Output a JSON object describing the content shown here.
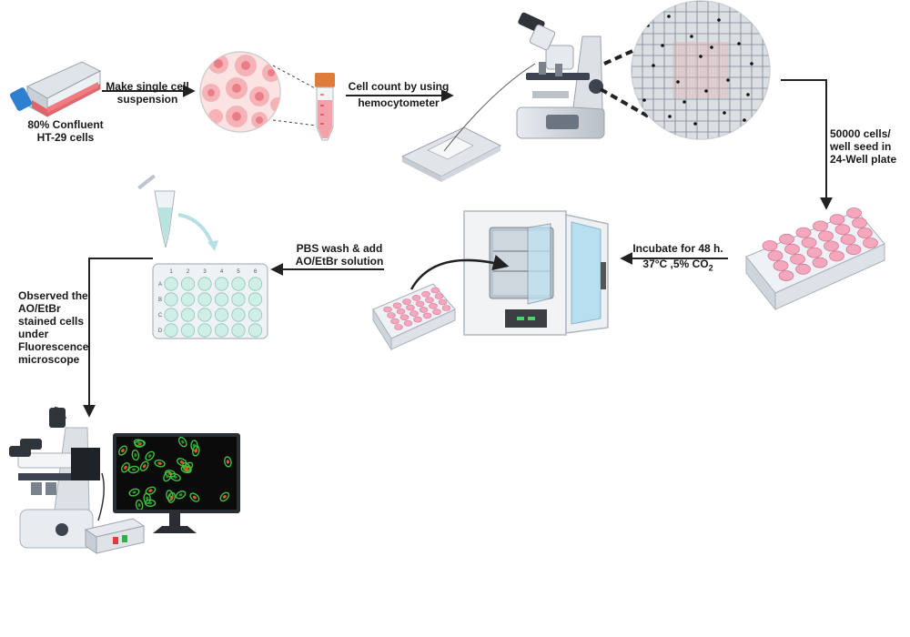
{
  "steps": {
    "s1_line1": "80% Confluent",
    "s1_line2": "HT-29 cells",
    "s2_line1": "Make single cell",
    "s2_line2": "suspension",
    "s3_line1": "Cell count by using",
    "s3_line2": "hemocytometer",
    "s4_line1": "50000 cells/",
    "s4_line2": "well seed in",
    "s4_line3": "24-Well plate",
    "s5_line1": "Incubate for 48 h.",
    "s5_line2_main": "37°C ,5% CO",
    "s5_line2_sub": "2",
    "s6_line1": "PBS wash & add",
    "s6_line2": "AO/EtBr solution",
    "s7_lines": [
      "Observed the",
      "AO/EtBr",
      "stained cells",
      "under",
      "Fluorescence",
      "microscope"
    ]
  },
  "plate_labels": {
    "columns": [
      "1",
      "2",
      "3",
      "4",
      "5",
      "6"
    ],
    "rows": [
      "A",
      "B",
      "C",
      "D"
    ]
  },
  "colors": {
    "arrow": "#222222",
    "line": "#666666",
    "pink_well": "#f4a7bd",
    "teal_well": "#cfeee6",
    "flask_medium": "#e4575c",
    "tube_cap": "#e07b39",
    "cell": "#f08a92",
    "screen": "#0b0b0b",
    "green_cell": "#3fbf3f",
    "orange_nucleus": "#e05a1a"
  }
}
